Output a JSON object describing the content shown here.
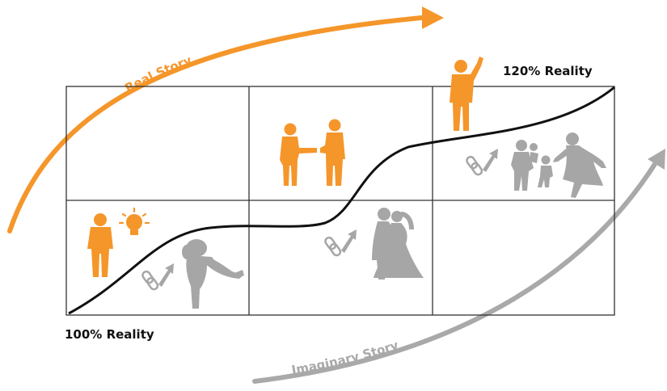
{
  "labels": {
    "real_story": "Real Story",
    "imaginary_story": "Imaginary Story",
    "start_reality": "100% Reality",
    "end_reality": "120% Reality"
  },
  "colors": {
    "accent_orange": "#F5962A",
    "figure_gray": "#A6A6A6",
    "arc_gray": "#A9A9A9",
    "grid_line": "#333333",
    "curve": "#111111"
  },
  "grid": {
    "rows": 2,
    "columns": 3
  },
  "icons": {
    "cell_bottom_left": [
      "person-idea-icon",
      "lightbulb-icon",
      "link-up-arrow-icon",
      "couple-hug-icon"
    ],
    "cell_top_middle": [
      "handshake-icon"
    ],
    "cell_bottom_middle": [
      "link-up-arrow-icon",
      "wedding-couple-icon"
    ],
    "cell_top_right": [
      "victory-person-icon",
      "link-up-arrow-icon",
      "family-icon"
    ]
  }
}
